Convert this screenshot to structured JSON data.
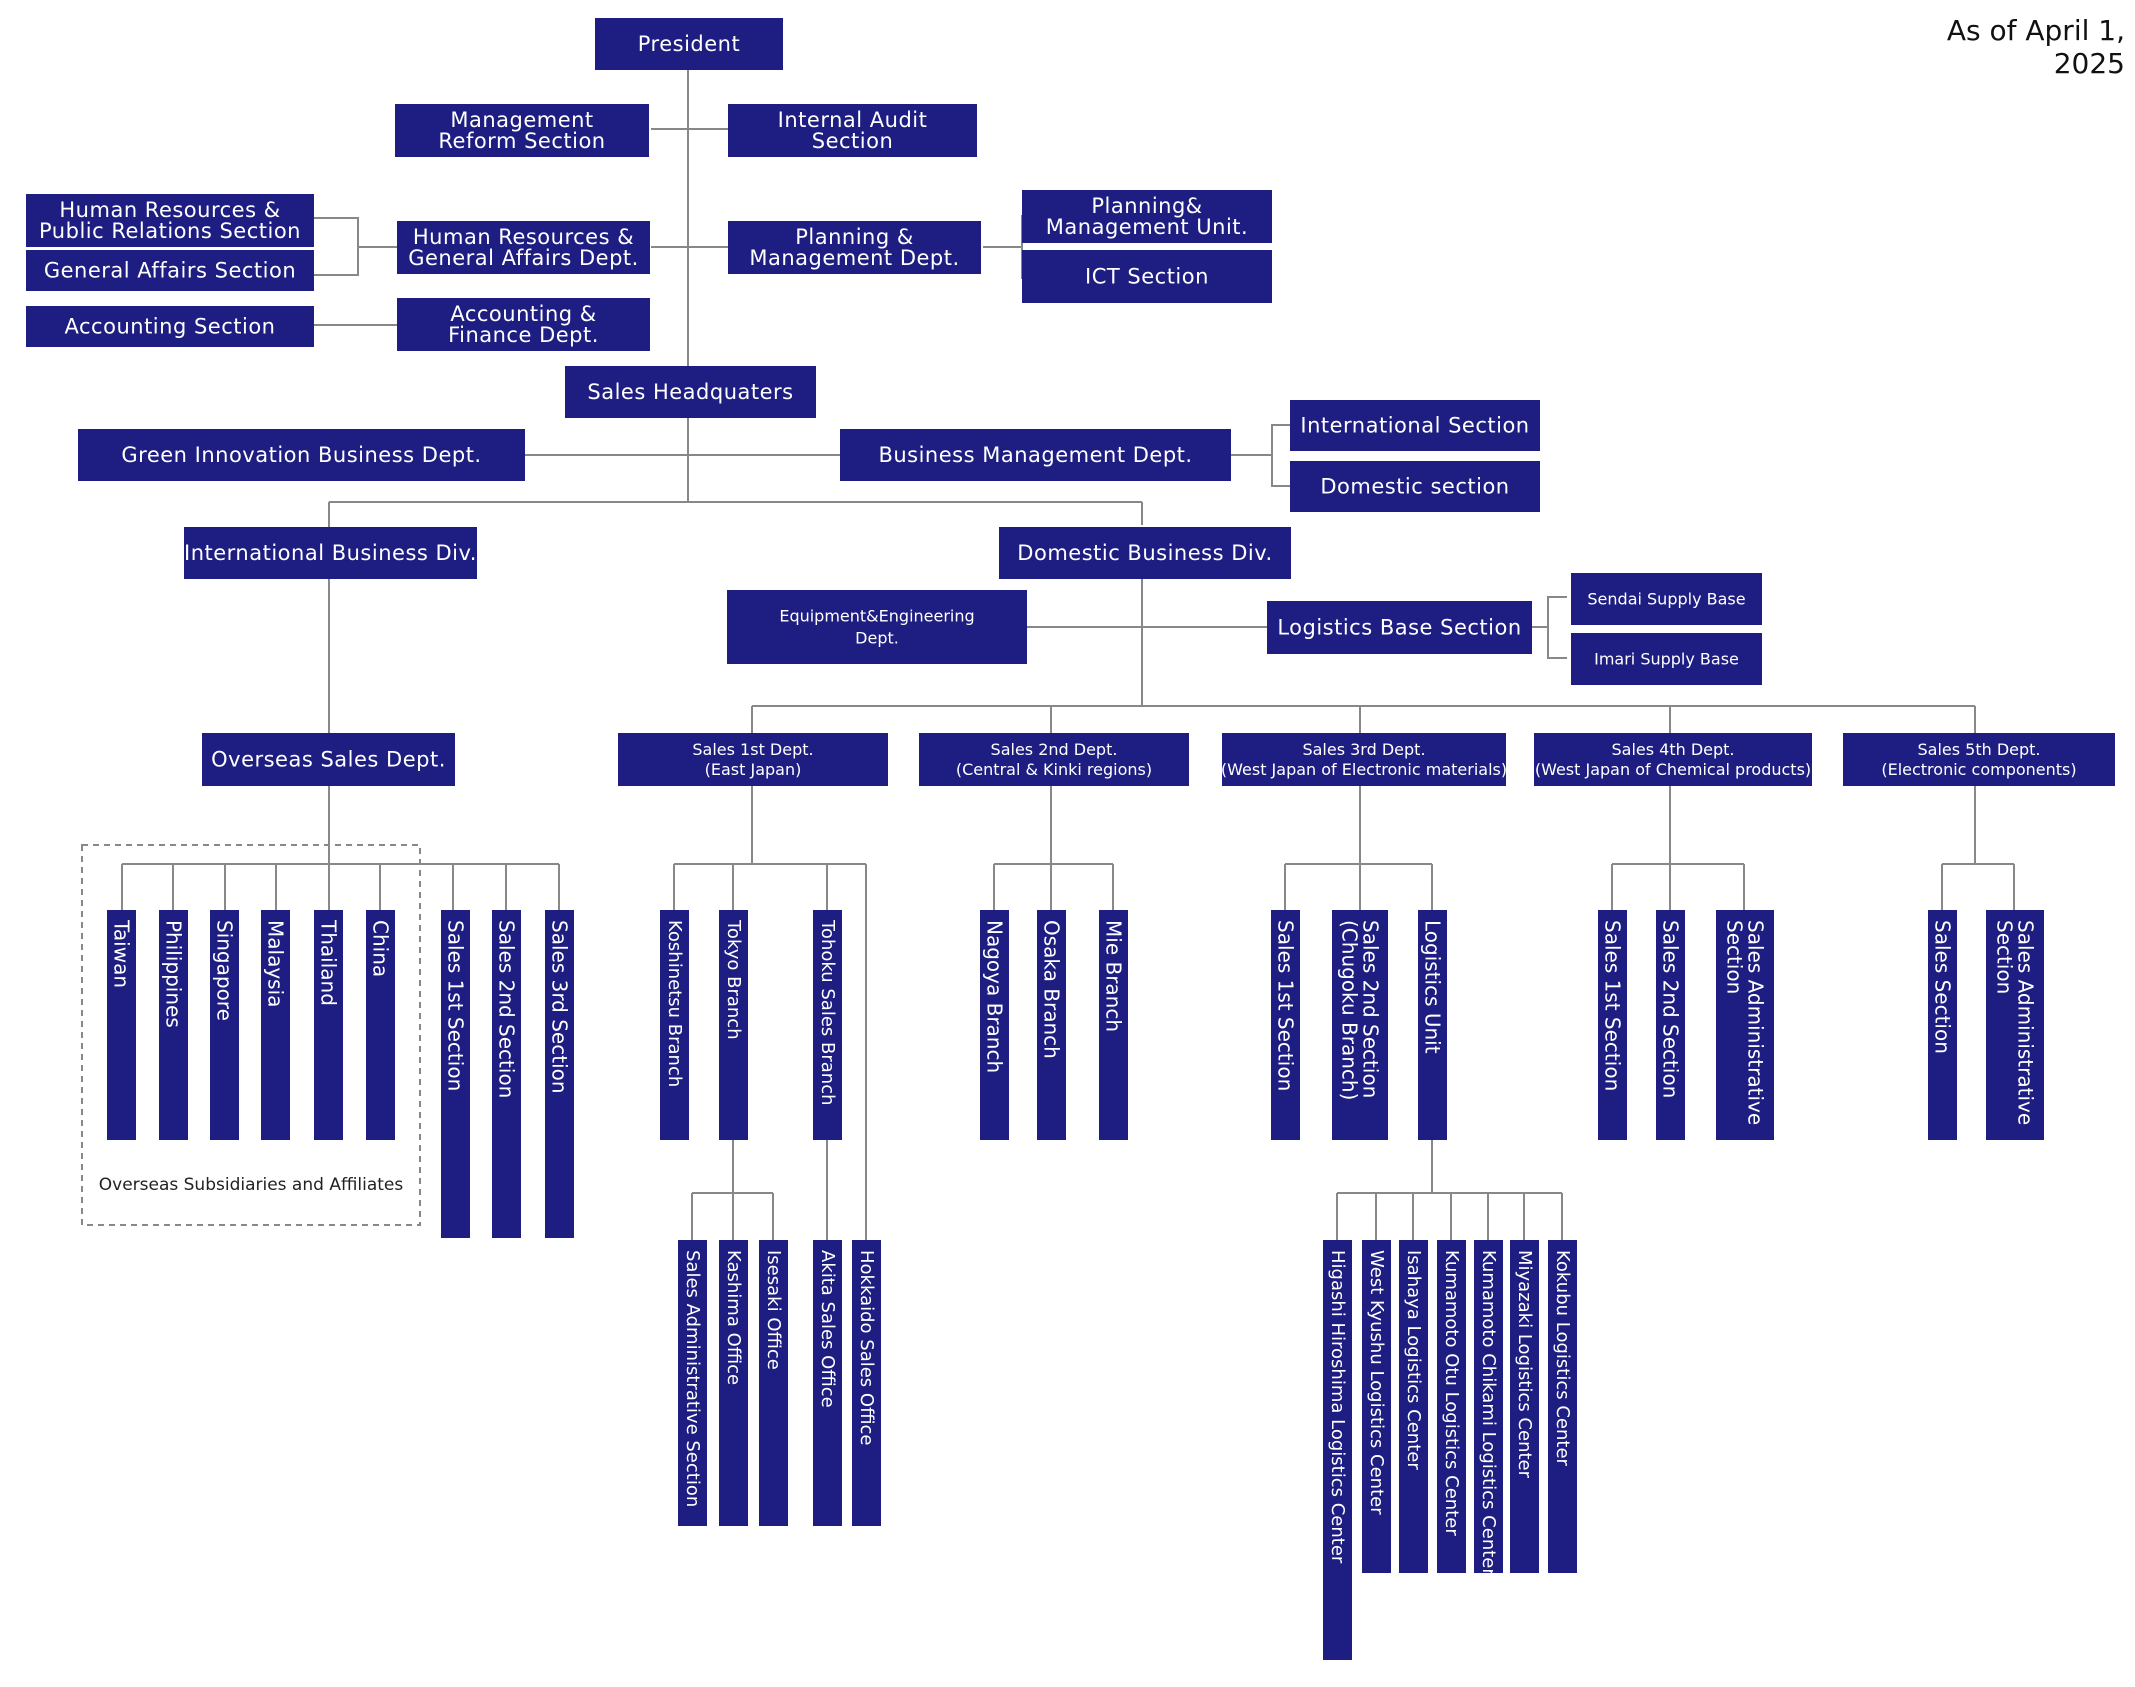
{
  "as_of": "As of  April 1, 2025",
  "top": {
    "president": "President",
    "management_reform": [
      "Management",
      "Reform Section"
    ],
    "internal_audit": [
      "Internal Audit",
      "Section"
    ],
    "hr_pr_section": [
      "Human Resources &",
      "Public Relations Section"
    ],
    "general_affairs_section": "General Affairs Section",
    "hr_ga_dept": [
      "Human Resources &",
      "General Affairs Dept."
    ],
    "planning_mgmt_dept": [
      "Planning &",
      "Management Dept."
    ],
    "planning_mgmt_unit": [
      "Planning&",
      "Management Unit."
    ],
    "ict_section": "ICT Section",
    "accounting_section": "Accounting Section",
    "accounting_finance_dept": [
      "Accounting &",
      "Finance Dept."
    ],
    "sales_hq": "Sales Headquaters",
    "green_innovation": "Green Innovation Business Dept.",
    "business_mgmt": "Business Management Dept.",
    "international_section": "International Section",
    "domestic_section": "Domestic section"
  },
  "divisions": {
    "international": "International Business Div.",
    "domestic": "Domestic Business Div.",
    "equipment": [
      "Equipment&Engineering",
      "Dept."
    ],
    "logistics_base": "Logistics Base Section",
    "sendai": "Sendai Supply Base",
    "imari": "Imari Supply Base",
    "overseas_sales": "Overseas Sales Dept."
  },
  "sales_depts": [
    {
      "name": "Sales 1st Dept.",
      "sub": "(East Japan)"
    },
    {
      "name": "Sales 2nd Dept.",
      "sub": "(Central & Kinki regions)"
    },
    {
      "name": "Sales 3rd Dept.",
      "sub": "(West Japan of Electronic materials)"
    },
    {
      "name": "Sales 4th Dept.",
      "sub": "(West Japan of Chemical products)"
    },
    {
      "name": "Sales 5th Dept.",
      "sub": "(Electronic components)"
    }
  ],
  "overseas_countries": [
    "Taiwan",
    "Philippines",
    "Singapore",
    "Malaysia",
    "Thailand",
    "China"
  ],
  "overseas_caption": "Overseas Subsidiaries and Affiliates",
  "overseas_sections": [
    "Sales 1st Section",
    "Sales 2nd Section",
    "Sales 3rd Section"
  ],
  "sales1_units": [
    "Koshinetsu Branch",
    "Tokyo Branch",
    "Tohoku Sales Branch"
  ],
  "tokyo_offices": [
    "Sales Administrative Section",
    "Kashima Office",
    "Isesaki Office"
  ],
  "tohoku_offices": [
    "Akita Sales Office",
    "Hokkaido Sales Office"
  ],
  "sales2_units": [
    "Nagoya Branch",
    "Osaka Branch",
    "Mie Branch"
  ],
  "sales3_units": [
    [
      "Sales 1st Section"
    ],
    [
      "Sales 2nd Section",
      "(Chugoku Branch)"
    ],
    [
      "Logistics Unit"
    ]
  ],
  "logistics_centers": [
    "Higashi Hiroshima Logistics Center",
    "West Kyushu Logistics Center",
    "Isahaya Logistics Center",
    "Kumamoto Otu Logistics Center",
    "Kumamoto Chikami Logistics Center",
    "Miyazaki Logistics Center",
    "Kokubu Logistics Center"
  ],
  "sales4_units": [
    [
      "Sales 1st Section"
    ],
    [
      "Sales 2nd Section"
    ],
    [
      "Sales Administrative",
      "Section"
    ]
  ],
  "sales5_units": [
    [
      "Sales Section"
    ],
    [
      "Sales Administrative",
      "Section"
    ]
  ]
}
